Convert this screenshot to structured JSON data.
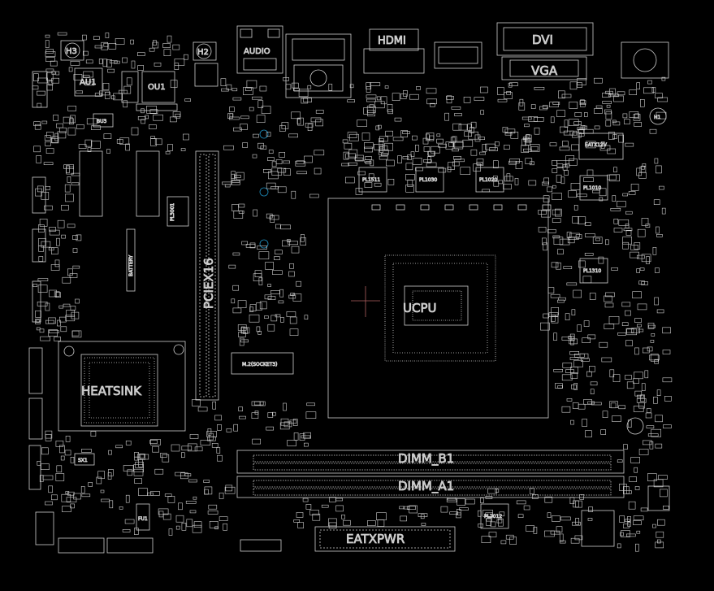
{
  "colors": {
    "background": "#000000",
    "outline": "#cfcfcf",
    "accent_circle": "#1e8fbf",
    "crosshair": "#b06060"
  },
  "labels": {
    "audio": "AUDIO",
    "hdmi": "HDMI",
    "dvi": "DVI",
    "vga": "VGA",
    "au1": "AU1",
    "ou1": "OU1",
    "bu3": "BU3",
    "h3": "H3",
    "h2": "H2",
    "h1": "H1",
    "eatx12v": "EATX12V",
    "pcie": "PCIEX16",
    "battery": "BATTERY",
    "m2": "M.2(SOCKET3)",
    "heatsink": "HEATSINK",
    "dimm_b1": "DIMM_B1",
    "dimm_a1": "DIMM_A1",
    "eatxpwr": "EATXPWR",
    "ucpu": "UCPU",
    "pl1511": "PL1511",
    "pl1030": "PL1030",
    "pl1020": "PL1020",
    "pl1010": "PL1010",
    "pl1310": "PL1310",
    "pl3001": "PL3001",
    "pl2012": "PL2012",
    "fu1": "FU1",
    "sx1": "SX1"
  }
}
